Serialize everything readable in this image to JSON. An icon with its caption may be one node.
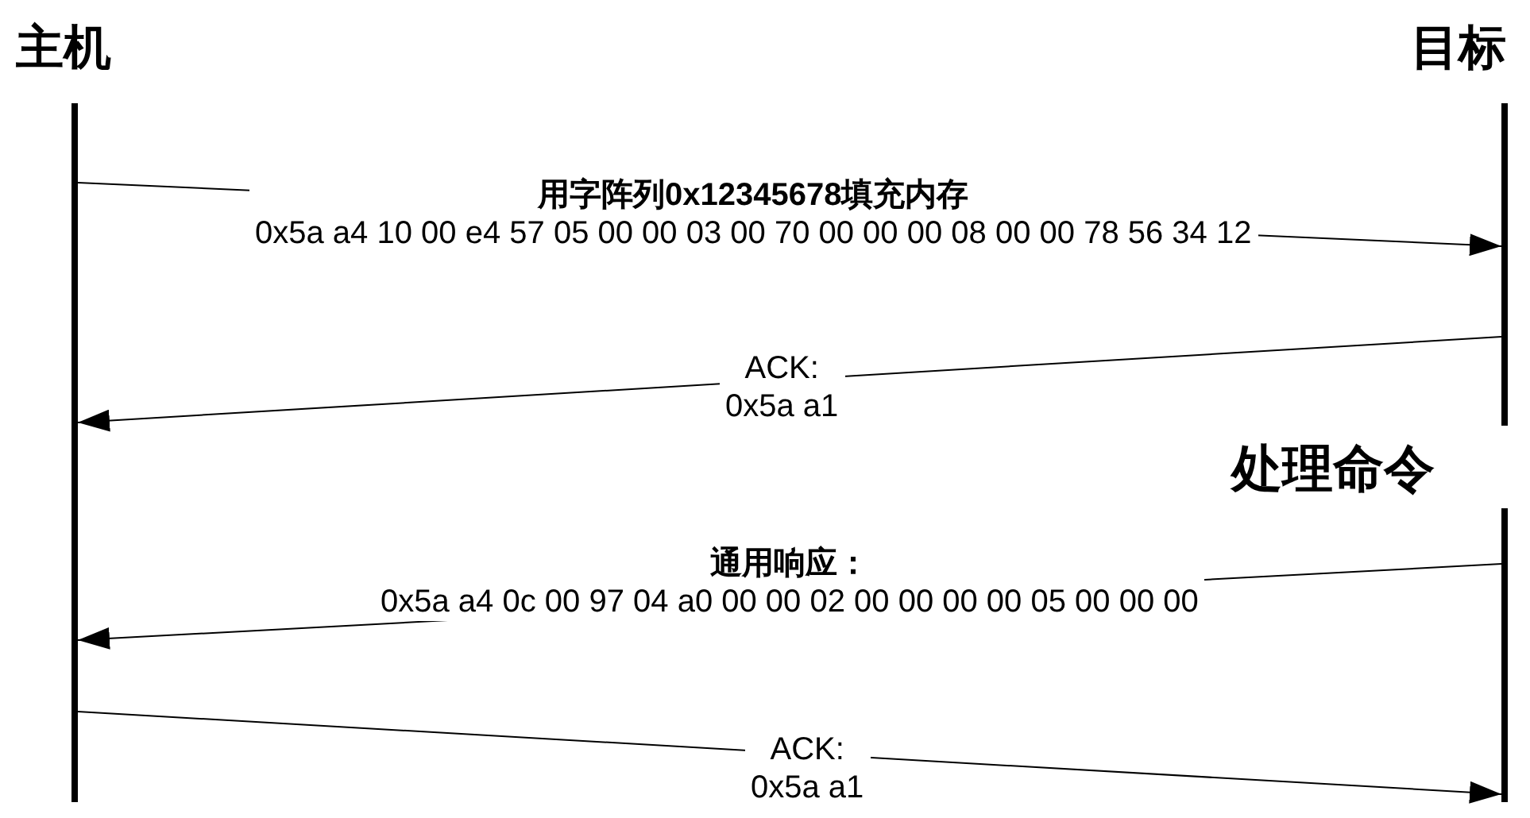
{
  "diagram": {
    "nodes": [
      {
        "text": [
          "主机"
        ]
      },
      {
        "text": [
          "目标"
        ]
      },
      {
        "text": [
          "处理命令"
        ]
      }
    ],
    "edges": [
      {
        "from": 0,
        "to": 1,
        "arrow": "to",
        "label": "**用字阵列0x12345678填充内存** 0x5a a4 10 00 e4 57 05 00 00 03 00 70 00 00 00 08 00 00 78 56 34 12"
      },
      {
        "from": 1,
        "to": 0,
        "arrow": "to",
        "label": "ACK: 0x5a a1"
      },
      {
        "from": 2,
        "to": 0,
        "arrow": "to",
        "label": "**通用响应：** 0x5a a4 0c 00 97 04 a0 00 00 02 00 00 00 00 05 00 00 00"
      },
      {
        "from": 0,
        "to": 2,
        "arrow": "to",
        "label": "ACK: 0x5a a1"
      }
    ]
  }
}
